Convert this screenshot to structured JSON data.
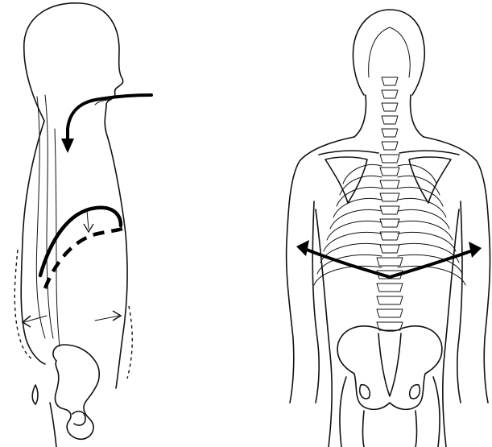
{
  "figure": {
    "panels": [
      {
        "id": "side-view",
        "kind": "lateral body outline with breathing arrows"
      },
      {
        "id": "back-view",
        "kind": "posterior skeleton view with rib expansion arrows"
      }
    ],
    "colors": {
      "line": "#111111",
      "background": "#ffffff"
    }
  }
}
